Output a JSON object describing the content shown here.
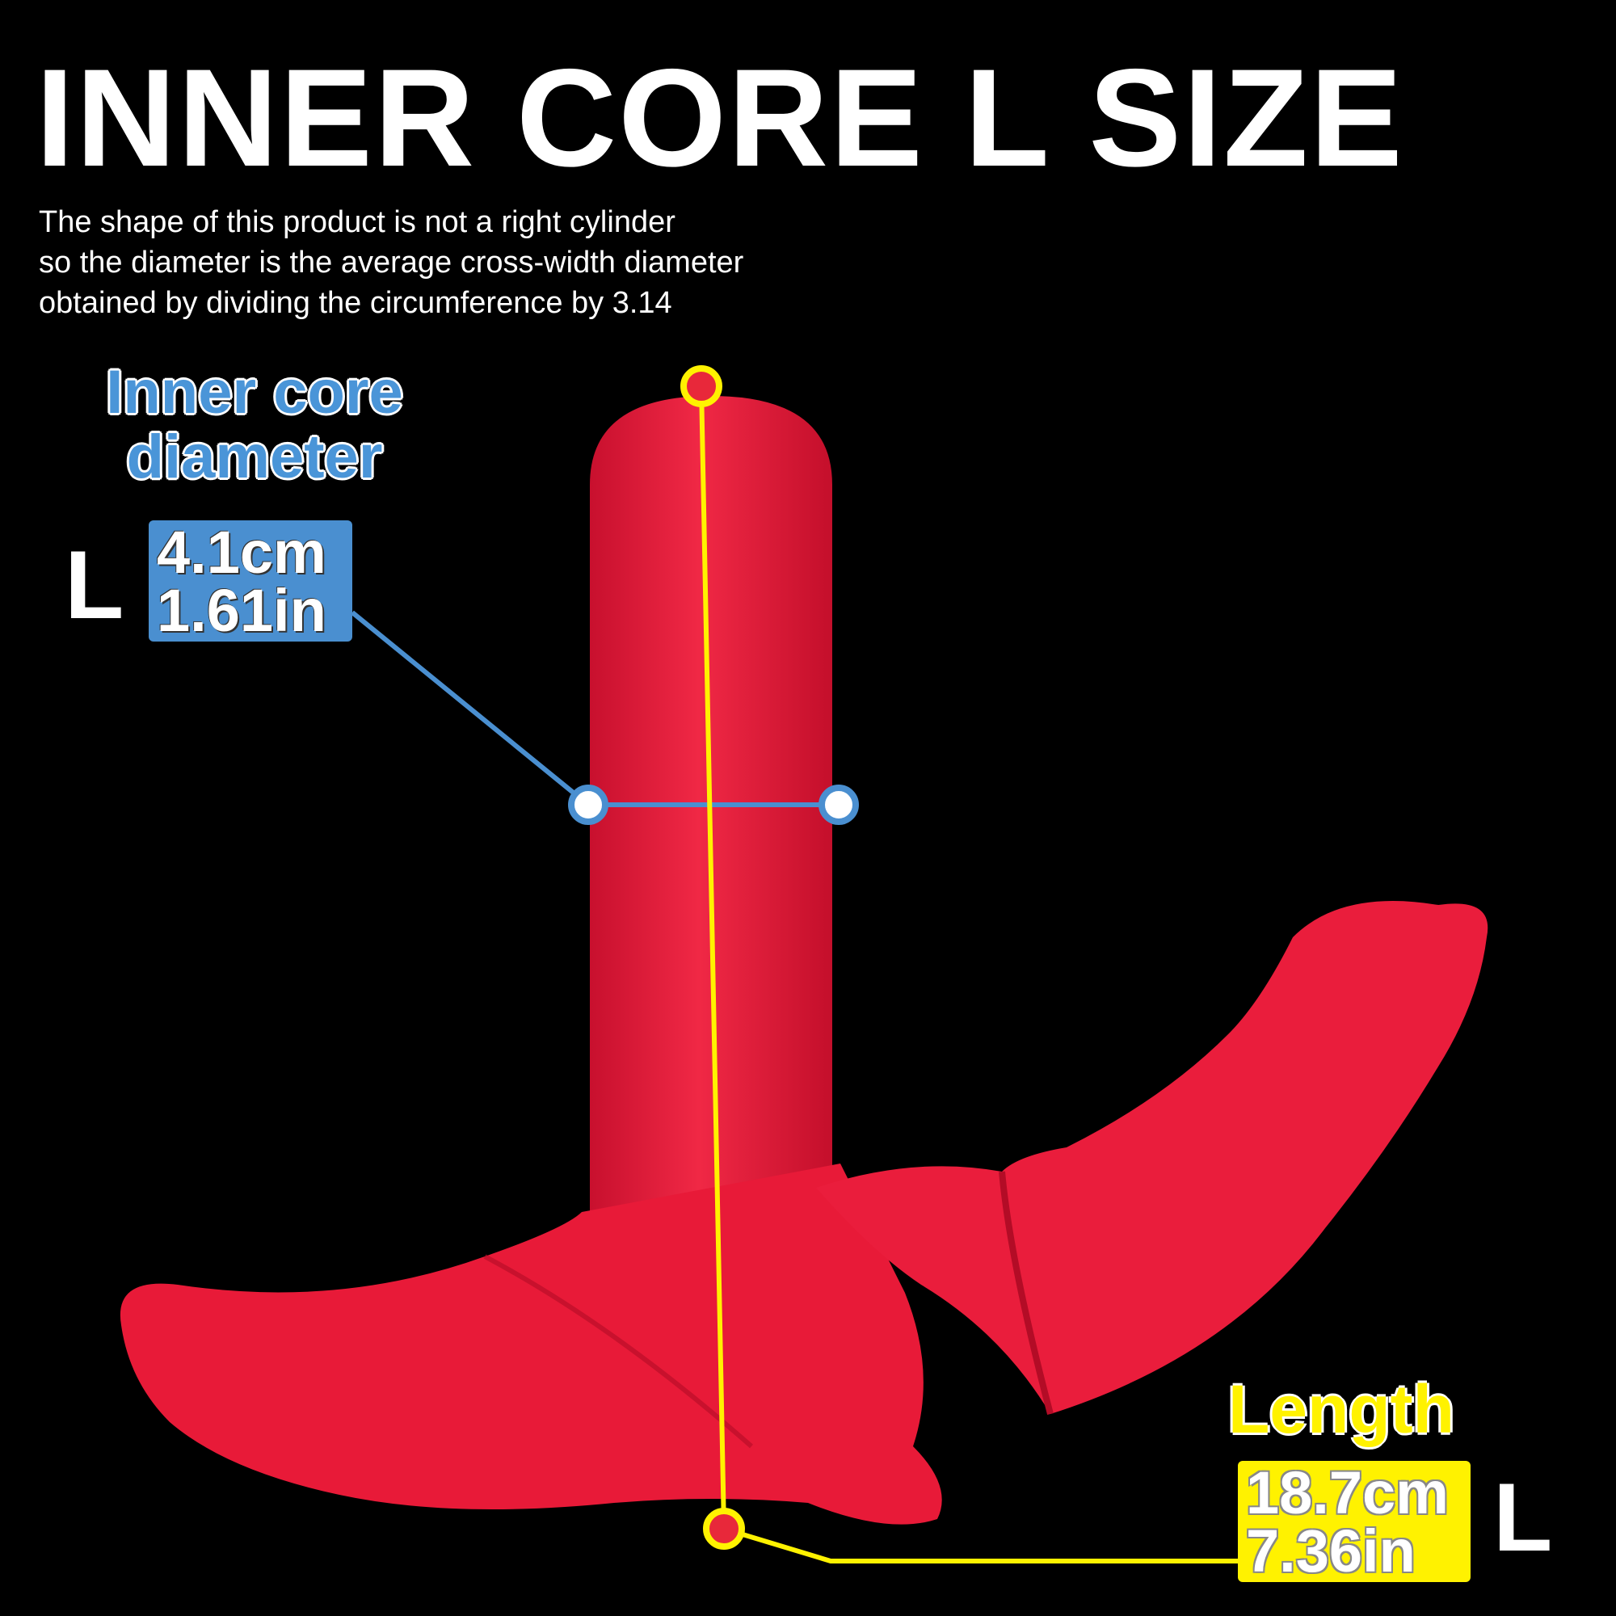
{
  "title": "INNER CORE L SIZE",
  "note_lines": [
    "The shape of this product is not a right cylinder",
    "so the diameter is the average cross-width diameter",
    "obtained by dividing the circumference by 3.14"
  ],
  "diameter": {
    "heading_line1": "Inner core",
    "heading_line2": "diameter",
    "size": "L",
    "cm": "4.1cm",
    "in": "1.61in"
  },
  "length": {
    "heading": "Length",
    "size": "L",
    "cm": "18.7cm",
    "in": "7.36in"
  },
  "colors": {
    "background": "#000000",
    "product": "#ee1c3a",
    "diameter_accent": "#4a8fd0",
    "length_accent": "#fff200",
    "marker_red": "#e8283a"
  }
}
